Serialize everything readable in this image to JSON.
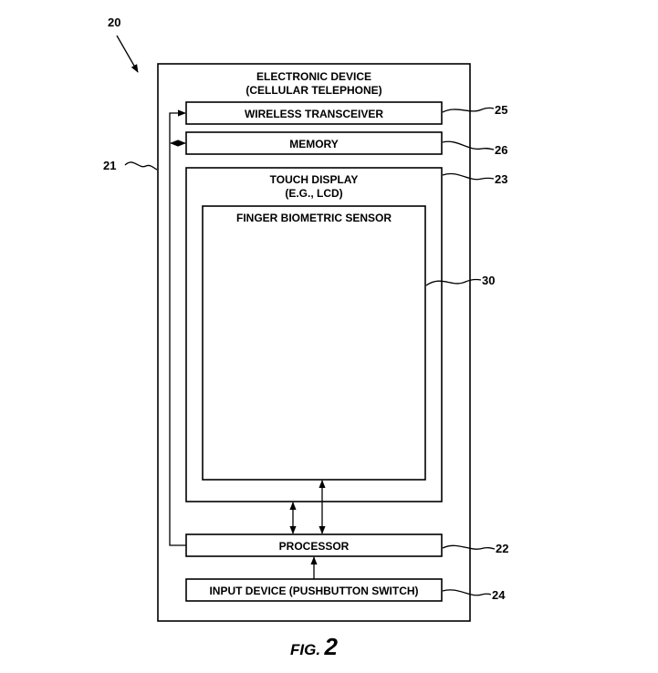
{
  "figure": {
    "label_prefix": "FIG.",
    "label_number": "2"
  },
  "refs": {
    "device": "20",
    "housing": "21",
    "processor": "22",
    "display": "23",
    "input": "24",
    "transceiver": "25",
    "memory": "26",
    "sensor": "30"
  },
  "blocks": {
    "device_line1": "ELECTRONIC DEVICE",
    "device_line2": "(CELLULAR TELEPHONE)",
    "transceiver": "WIRELESS TRANSCEIVER",
    "memory": "MEMORY",
    "display_line1": "TOUCH DISPLAY",
    "display_line2": "(E.G., LCD)",
    "sensor": "FINGER BIOMETRIC SENSOR",
    "processor": "PROCESSOR",
    "input": "INPUT DEVICE (PUSHBUTTON SWITCH)"
  }
}
